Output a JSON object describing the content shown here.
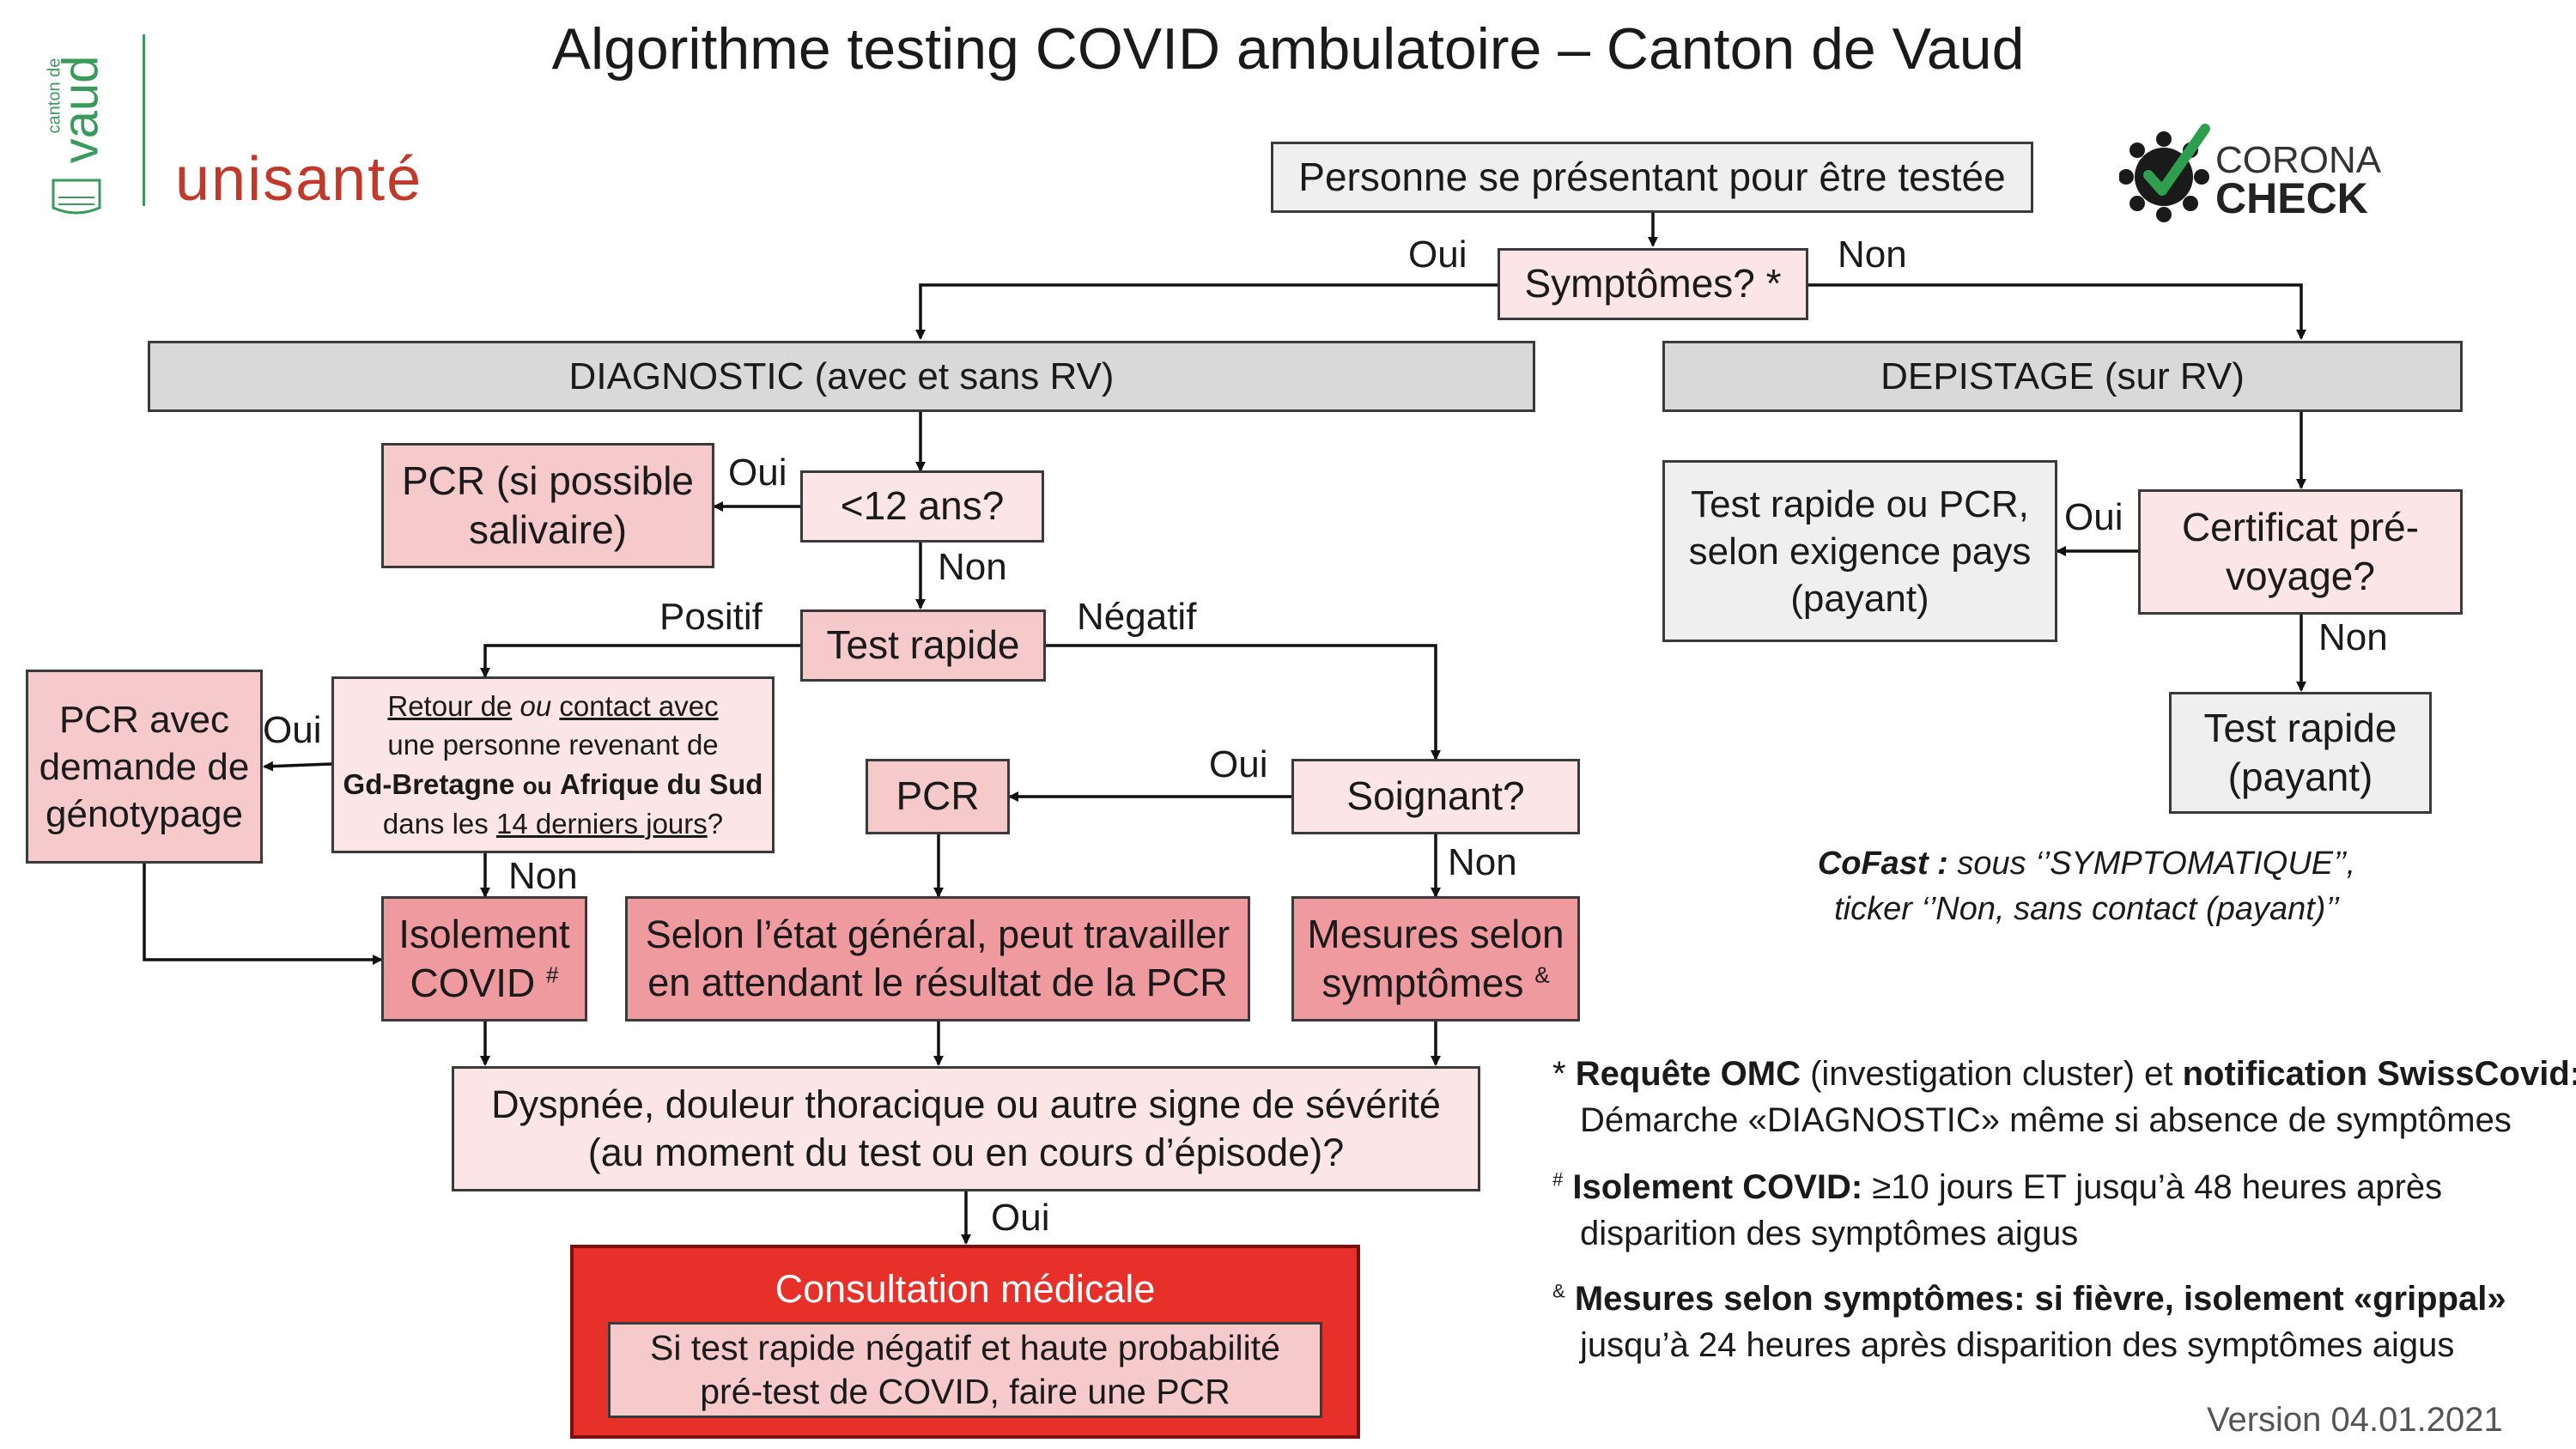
{
  "title": "Algorithme testing COVID ambulatoire – Canton de Vaud",
  "logos": {
    "vaud_small": "canton de",
    "vaud_big": "vaud",
    "unisante": "unisanté",
    "corona_top": "CORONA",
    "corona_bottom": "CHECK"
  },
  "nodes": {
    "start": "Personne se présentant pour être testée",
    "symptoms": "Symptômes? *",
    "diagnostic": "DIAGNOSTIC (avec et sans RV)",
    "depistage": "DEPISTAGE (sur RV)",
    "pcr_saliva_l1": "PCR (si possible",
    "pcr_saliva_l2": "salivaire)",
    "under12": "<12 ans?",
    "test_rapide": "Test rapide",
    "pcr_geno_l1": "PCR avec",
    "pcr_geno_l2": "demande de",
    "pcr_geno_l3": "génotypage",
    "retour": {
      "p1": "Retour de",
      "p2": "ou",
      "p3": "contact avec",
      "p4": "une personne revenant de",
      "p5": "Gd-Bretagne",
      "p6": "ou",
      "p7": "Afrique du Sud",
      "p8": "dans les",
      "p9": "14 derniers jours",
      "p10": "?"
    },
    "pcr": "PCR",
    "soignant": "Soignant?",
    "isolement_l1": "Isolement",
    "isolement_l2": "COVID",
    "isolement_sup": "#",
    "selon_l1": "Selon l’état général, peut travailler",
    "selon_l2": "en attendant le résultat de la PCR",
    "mesures_l1": "Mesures selon",
    "mesures_l2": "symptômes",
    "mesures_sup": "&",
    "dyspnee_l1": "Dyspnée, douleur thoracique ou autre signe de sévérité",
    "dyspnee_l2": "(au moment du test ou en cours d’épisode)?",
    "consultation": "Consultation médicale",
    "consult_inner_l1": "Si test rapide négatif et haute probabilité",
    "consult_inner_l2": "pré-test de COVID, faire une PCR",
    "test_pcr_pays_l1": "Test rapide ou PCR,",
    "test_pcr_pays_l2": "selon exigence pays",
    "test_pcr_pays_l3": "(payant)",
    "certificat_l1": "Certificat pré-",
    "certificat_l2": "voyage?",
    "test_payant_l1": "Test rapide",
    "test_payant_l2": "(payant)"
  },
  "edge_labels": {
    "oui_sym": "Oui",
    "non_sym": "Non",
    "oui_12": "Oui",
    "non_12": "Non",
    "positif": "Positif",
    "negatif": "Négatif",
    "oui_retour": "Oui",
    "non_retour": "Non",
    "oui_soignant": "Oui",
    "non_soignant": "Non",
    "oui_dyspnee": "Oui",
    "oui_cert": "Oui",
    "non_cert": "Non"
  },
  "cofast": {
    "bold": "CoFast :",
    "l1": "sous ‘’SYMPTOMATIQUE’’,",
    "l2": "ticker ‘’Non, sans contact (payant)’’"
  },
  "footnotes": {
    "f1_mark": "*",
    "f1_b1": "Requête OMC",
    "f1_t1": "(investigation cluster) et",
    "f1_b2": "notification SwissCovid:",
    "f1_l2": "Démarche «DIAGNOSTIC» même si absence de symptômes",
    "f2_mark": "#",
    "f2_b": "Isolement COVID:",
    "f2_t": "≥10 jours ET jusqu’à 48 heures après",
    "f2_l2": "disparition des symptômes aigus",
    "f3_mark": "&",
    "f3_b": "Mesures selon symptômes: si fièvre, isolement «grippal»",
    "f3_l2": "jusqu’à 24 heures après disparition des symptômes aigus"
  },
  "version": "Version 04.01.2021",
  "colors": {
    "box_gray": "#d9d9d9",
    "box_light_gray": "#efefef",
    "pink_light": "#fbe5e6",
    "pink_mid": "#f6c9cb",
    "pink_dark": "#ee9a9e",
    "consult_red": "#e63029",
    "unisante_red": "#c0392b",
    "vaud_green": "#3a9a5b"
  }
}
